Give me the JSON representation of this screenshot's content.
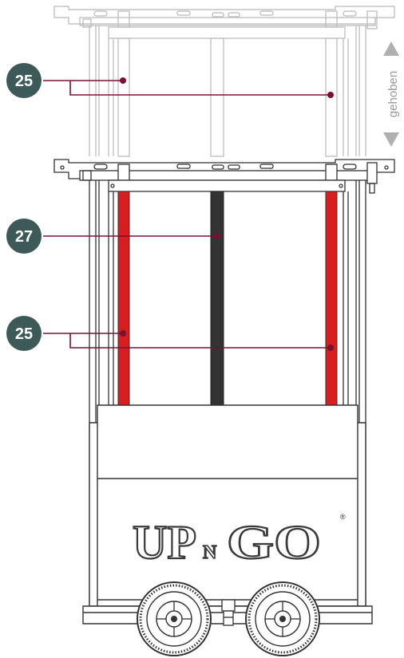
{
  "labels": [
    {
      "id": "callout-25-top",
      "text": "25"
    },
    {
      "id": "callout-27",
      "text": "27"
    },
    {
      "id": "callout-25-bottom",
      "text": "25"
    }
  ],
  "side_label": "gehoben",
  "logo": {
    "left": "UP",
    "middle": "N",
    "right": "GO",
    "mark": "®"
  },
  "colors": {
    "badge": "#3d5a58",
    "leader": "#7b1030",
    "red_column": "#d81e1e",
    "dark_column": "#333333",
    "ghost": "#b8b8b8",
    "outline": "#333333"
  }
}
